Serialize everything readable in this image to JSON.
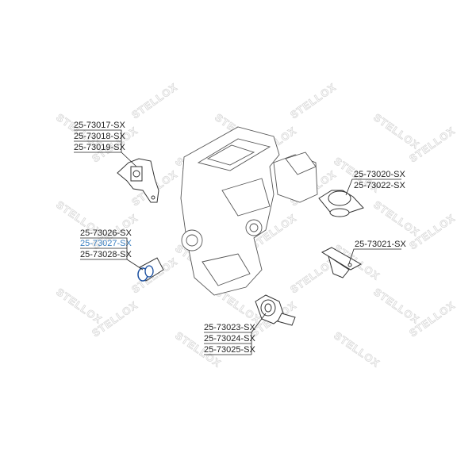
{
  "watermark": "STELLOX",
  "highlight_color": "#3a7fc0",
  "groups": [
    {
      "id": "top-left-mount",
      "labels": [
        "25-73017-SX",
        "25-73018-SX",
        "25-73019-SX"
      ],
      "highlighted": []
    },
    {
      "id": "left-bushing",
      "labels": [
        "25-73026-SX",
        "25-73027-SX",
        "25-73028-SX"
      ],
      "highlighted": [
        "25-73027-SX"
      ]
    },
    {
      "id": "right-upper-mount",
      "labels": [
        "25-73020-SX",
        "25-73022-SX"
      ],
      "highlighted": []
    },
    {
      "id": "right-lower-mount",
      "labels": [
        "25-73021-SX"
      ],
      "highlighted": []
    },
    {
      "id": "bottom-mount",
      "labels": [
        "25-73023-SX",
        "25-73024-SX",
        "25-73025-SX"
      ],
      "highlighted": []
    }
  ]
}
